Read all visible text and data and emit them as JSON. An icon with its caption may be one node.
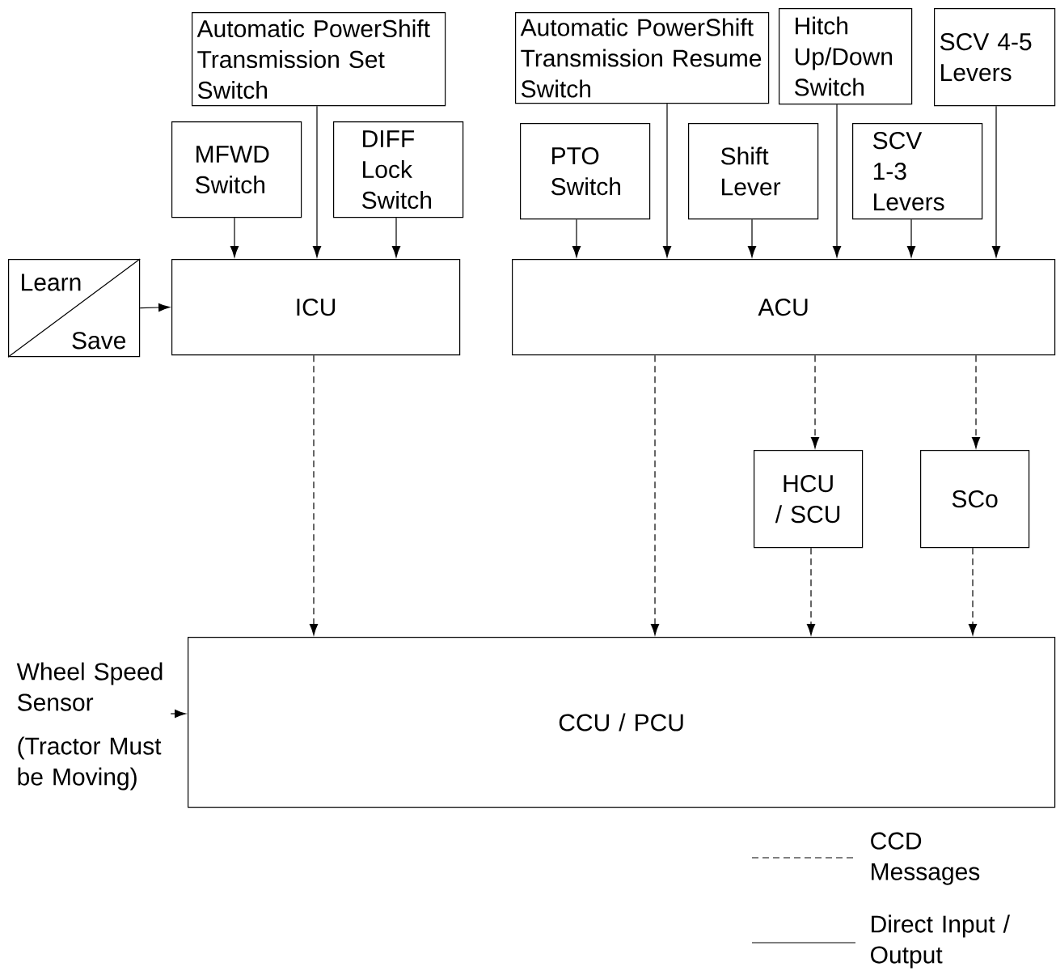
{
  "diagram": {
    "nodes": [
      {
        "text": [
          "Automatic PowerShift Transmission Set Switch"
        ]
      },
      {
        "text": [
          "Automatic PowerShift Transmission Resume Switch"
        ]
      },
      {
        "text": [
          "Hitch Up/Down Switch"
        ]
      },
      {
        "text": [
          "SCV 4-5 Levers"
        ]
      },
      {
        "text": [
          "MFWD Switch"
        ]
      },
      {
        "text": [
          "DIFF Lock Switch"
        ]
      },
      {
        "text": [
          "PTO Switch"
        ]
      },
      {
        "text": [
          "Shift Lever"
        ]
      },
      {
        "text": [
          "SCV 1-3 Levers"
        ]
      },
      {
        "text": [
          "Learn",
          "Save"
        ]
      },
      {
        "text": [
          "ICU"
        ]
      },
      {
        "text": [
          "ACU"
        ]
      },
      {
        "text": [
          "HCU / SCU"
        ]
      },
      {
        "text": [
          "SCo"
        ]
      },
      {
        "text": [
          "CCU / PCU"
        ]
      },
      {
        "text": [
          "Wheel Speed Sensor"
        ],
        "beside": [
          "(Tractor Must be Moving)"
        ]
      }
    ],
    "edges": [
      {
        "from": 4,
        "to": 10,
        "arrow": "to"
      },
      {
        "from": 0,
        "to": 10,
        "arrow": "to"
      },
      {
        "from": 5,
        "to": 10,
        "arrow": "to"
      },
      {
        "from": 9,
        "to": 10,
        "arrow": "to"
      },
      {
        "from": 6,
        "to": 11,
        "arrow": "to"
      },
      {
        "from": 1,
        "to": 11,
        "arrow": "to"
      },
      {
        "from": 7,
        "to": 11,
        "arrow": "to"
      },
      {
        "from": 2,
        "to": 11,
        "arrow": "to"
      },
      {
        "from": 8,
        "to": 11,
        "arrow": "to"
      },
      {
        "from": 3,
        "to": 11,
        "arrow": "to"
      },
      {
        "from": 10,
        "to": 14,
        "arrow": "to",
        "style": "dashed"
      },
      {
        "from": 11,
        "to": 14,
        "arrow": "to",
        "style": "dashed"
      },
      {
        "from": 11,
        "to": 12,
        "arrow": "to",
        "style": "dashed"
      },
      {
        "from": 11,
        "to": 13,
        "arrow": "to",
        "style": "dashed"
      },
      {
        "from": 12,
        "to": 14,
        "arrow": "to",
        "style": "dashed"
      },
      {
        "from": 13,
        "to": 14,
        "arrow": "to",
        "style": "dashed"
      },
      {
        "from": 15,
        "to": 14,
        "arrow": "to"
      }
    ],
    "legend": [
      {
        "text": "CCD Messages"
      },
      {
        "text": "Direct Input / Output"
      }
    ]
  }
}
